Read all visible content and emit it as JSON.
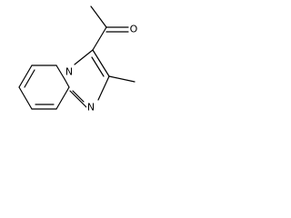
{
  "atoms": {
    "bridge_nitrogen": "N",
    "ring_nitrogen": "N",
    "carbonyl_oxygen": "O"
  },
  "colors": {
    "line": "#000000",
    "background": "#ffffff"
  }
}
